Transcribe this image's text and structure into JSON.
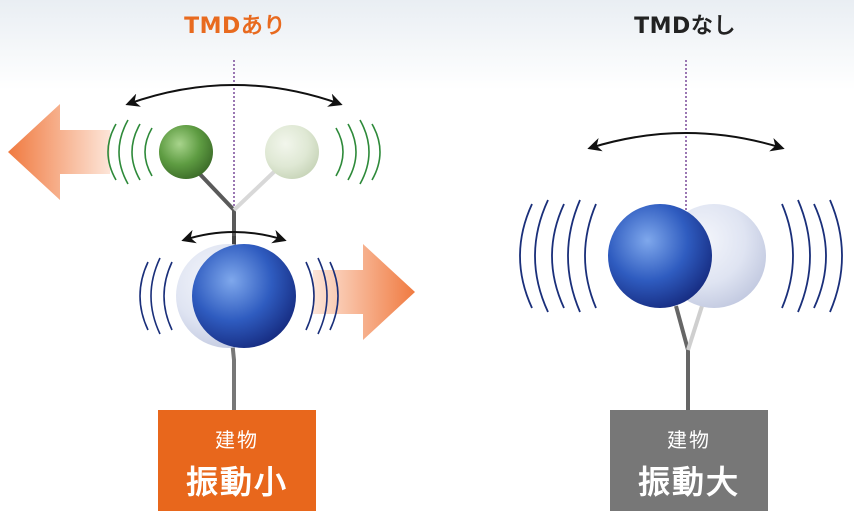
{
  "left_panel": {
    "title": "TMDあり",
    "box_sub": "建物",
    "box_main": "振動小",
    "box_color": "#e8671c",
    "title_color": "#e86a1f"
  },
  "right_panel": {
    "title": "TMDなし",
    "box_sub": "建物",
    "box_main": "振動大",
    "box_color": "#777777",
    "title_color": "#222222"
  },
  "colors": {
    "tmd_ball": "#5a9a40",
    "building_ball": "#2a4fa8",
    "orange_arrow": "#f08048",
    "wave_green": "#2e8a3a",
    "wave_blue": "#1a2f7a"
  }
}
